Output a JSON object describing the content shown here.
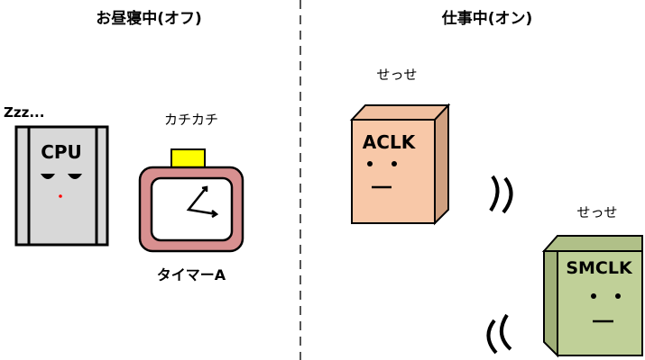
{
  "left_panel": {
    "title": "お昼寝中(オフ)",
    "sleep_text": "Zzz...",
    "cpu_label": "CPU",
    "tick_text": "カチカチ",
    "timer_label": "タイマーA"
  },
  "right_panel": {
    "title": "仕事中(オン)",
    "aclk_busy_text": "せっせ",
    "aclk_label": "ACLK",
    "smclk_busy_text": "せっせ",
    "smclk_label": "SMCLK"
  },
  "colors": {
    "cpu": "#d8d8d8",
    "timer_frame": "#d89090",
    "timer_button": "#ffff00",
    "aclk": "#f8c8a8",
    "smclk": "#c0d098",
    "cpu_mouth": "#ff0000"
  }
}
